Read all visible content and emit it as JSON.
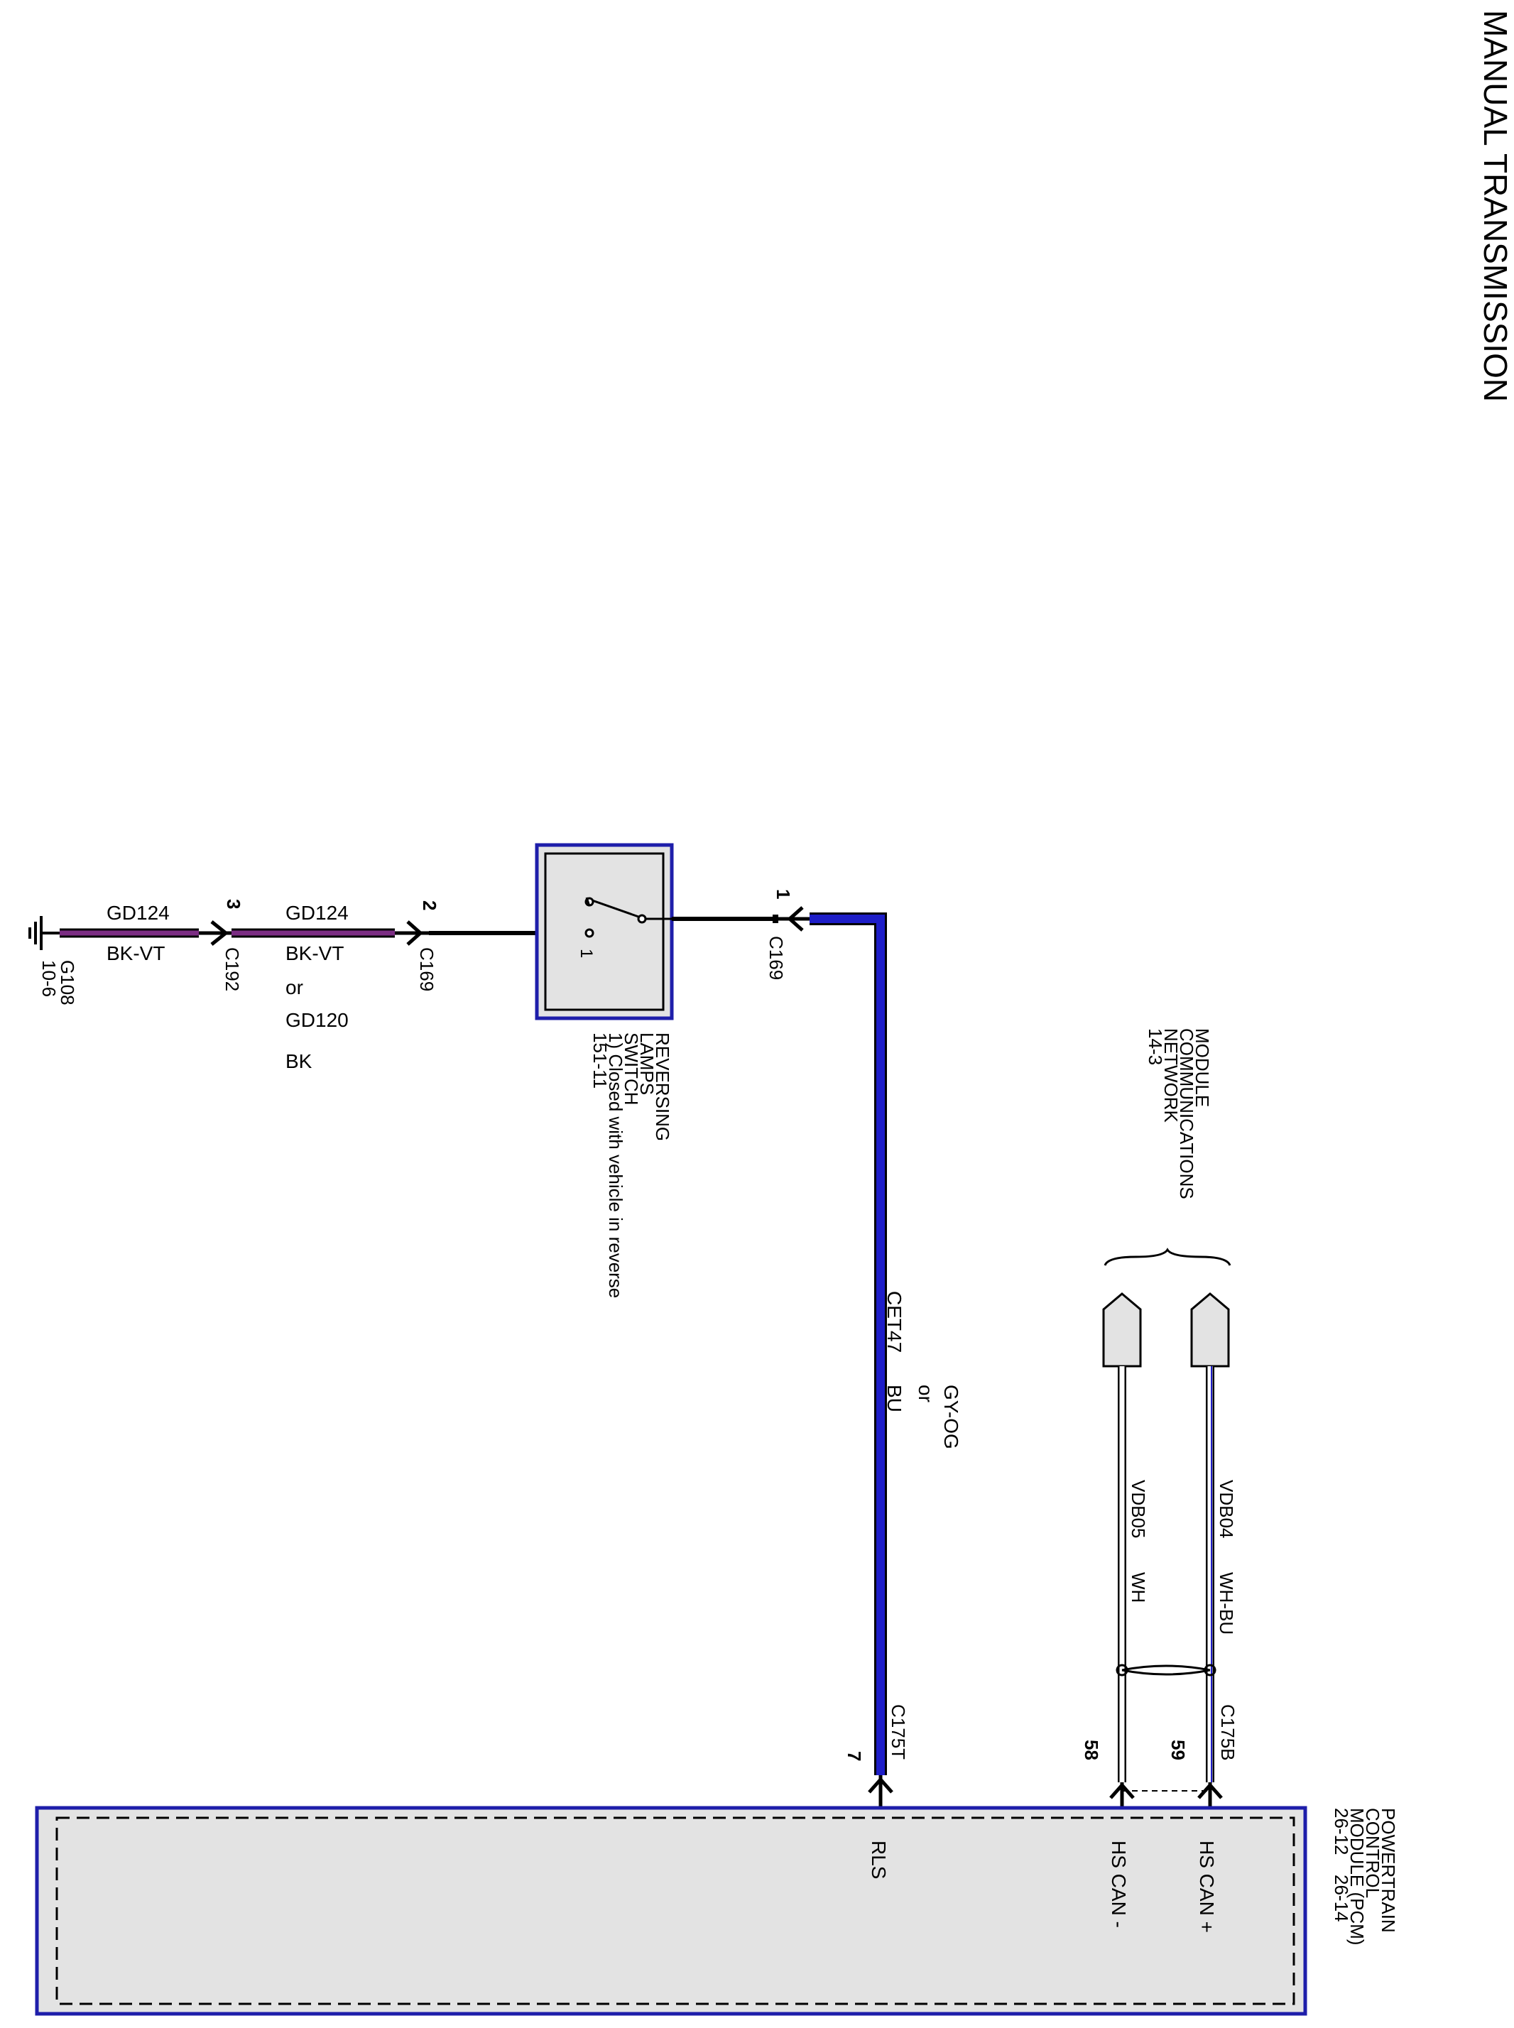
{
  "page": {
    "section_title": "MANUAL TRANSMISSION"
  },
  "ground": {
    "name": "G108",
    "ref": "10-6"
  },
  "wire_ground": {
    "circuit": "GD124",
    "color": "BK-VT"
  },
  "connector_c192": {
    "name": "C192",
    "pin": "3"
  },
  "wire_switch_ground": {
    "circuit": "GD124",
    "color": "BK-VT",
    "alt_word": "or",
    "alt_circuit": "GD120",
    "alt_color": "BK"
  },
  "connector_c169_in": {
    "name": "C169",
    "pin": "2"
  },
  "switch": {
    "title_line1": "REVERSING",
    "title_line2": "LAMPS",
    "title_line3": "SWITCH",
    "note": "1) Closed with vehicle in reverse",
    "ref": "151-11",
    "contact_note_marker": "1"
  },
  "connector_c169_out": {
    "name": "C169",
    "pin": "1"
  },
  "wire_rls": {
    "circuit": "CET47",
    "color": "BU",
    "alt_word": "or",
    "alt_color": "GY-OG"
  },
  "connector_c175t": {
    "name": "C175T",
    "pin": "7"
  },
  "network": {
    "line1": "MODULE",
    "line2": "COMMUNICATIONS",
    "line3": "NETWORK",
    "ref": "14-3"
  },
  "wire_can_high": {
    "circuit": "VDB04",
    "color": "WH-BU"
  },
  "wire_can_low": {
    "circuit": "VDB05",
    "color": "WH"
  },
  "connector_c175b": {
    "name": "C175B",
    "pin_high": "59",
    "pin_low": "58"
  },
  "pcm": {
    "line1": "POWERTRAIN",
    "line2": "CONTROL",
    "line3": "MODULE (PCM)",
    "ref1": "26-12",
    "ref2": "26-14",
    "pin_rls": "RLS",
    "pin_can_low": "HS CAN -",
    "pin_can_high": "HS CAN +"
  },
  "colors": {
    "wire_violet": "#7B2D83",
    "wire_blue": "#1E1EC8",
    "component_outline": "#1E1EAA",
    "component_fill": "#E3E3E3"
  }
}
